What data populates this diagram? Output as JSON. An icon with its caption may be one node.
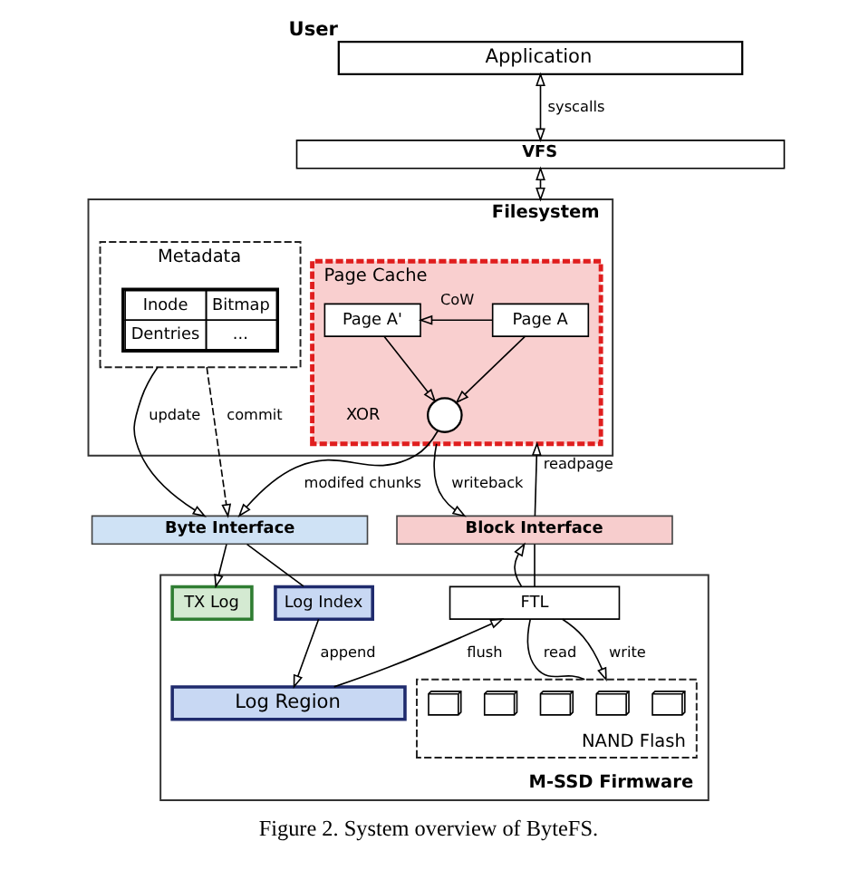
{
  "diagram": {
    "caption": "Figure 2. System overview of ByteFS.",
    "nodes": [
      {
        "text": [
          "Application"
        ],
        "beside": [
          "User"
        ]
      },
      {
        "text": [
          "VFS"
        ]
      },
      {
        "text": [
          "Filesystem"
        ]
      },
      {
        "text": [
          "Page Cache"
        ],
        "in": 2
      },
      {
        "text": [
          "Page A"
        ],
        "in": 3
      },
      {
        "text": [
          "Page A'"
        ],
        "in": 3
      },
      {
        "text": [],
        "shape": "circle",
        "in": 3,
        "beside": [
          "XOR"
        ]
      },
      {
        "text": [
          "Metadata"
        ],
        "in": 2
      },
      {
        "text": [
          "Inode",
          "Bitmap",
          "Dentries",
          "..."
        ],
        "in": 7
      },
      {
        "text": [
          "Block Interface"
        ]
      },
      {
        "text": [
          "Byte Interface"
        ]
      },
      {
        "text": [
          "M-SSD Firmware"
        ]
      },
      {
        "text": [
          "TX Log"
        ],
        "in": 11
      },
      {
        "text": [
          "Log Index"
        ],
        "in": 11
      },
      {
        "text": [
          "FTL"
        ],
        "in": 11
      },
      {
        "text": [
          "Log Region"
        ],
        "in": 11
      },
      {
        "text": [
          "NAND Flash"
        ],
        "in": 11
      },
      {
        "text": [],
        "shape": "box",
        "in": 16
      },
      {
        "text": [],
        "shape": "box",
        "in": 16
      },
      {
        "text": [],
        "shape": "box",
        "in": 16
      },
      {
        "text": [],
        "shape": "box",
        "in": 16
      },
      {
        "text": [],
        "shape": "box",
        "in": 16
      }
    ],
    "edges": [
      {
        "from": 0,
        "to": 1,
        "arrow": "both",
        "label": "syscalls"
      },
      {
        "from": 1,
        "to": 2,
        "arrow": "both"
      },
      {
        "from": 4,
        "to": 5,
        "arrow": "to",
        "label": "CoW"
      },
      {
        "from": 4,
        "to": 6,
        "arrow": "to"
      },
      {
        "from": 5,
        "to": 6,
        "arrow": "to"
      },
      {
        "from": 9,
        "to": 3,
        "arrow": "to",
        "label": "readpage"
      },
      {
        "from": 3,
        "to": 9,
        "arrow": "to",
        "label": "writeback"
      },
      {
        "from": 6,
        "to": 10,
        "arrow": "to",
        "label": "modifed chunks"
      },
      {
        "from": 7,
        "to": 10,
        "arrow": "to",
        "label": "commit",
        "style": "dashed"
      },
      {
        "from": 7,
        "to": 10,
        "arrow": "to",
        "label": "update"
      },
      {
        "from": 10,
        "to": 12,
        "arrow": "to"
      },
      {
        "from": 10,
        "to": 13,
        "arrow": "none"
      },
      {
        "from": 13,
        "to": 15,
        "arrow": "to",
        "label": "append"
      },
      {
        "from": 15,
        "to": 14,
        "arrow": "to",
        "label": "flush"
      },
      {
        "from": 14,
        "to": 9,
        "arrow": "to"
      },
      {
        "from": 9,
        "to": 14,
        "arrow": "none"
      },
      {
        "from": 16,
        "to": 14,
        "arrow": "none",
        "label": "read"
      },
      {
        "from": 14,
        "to": 16,
        "arrow": "to",
        "label": "write"
      }
    ]
  }
}
